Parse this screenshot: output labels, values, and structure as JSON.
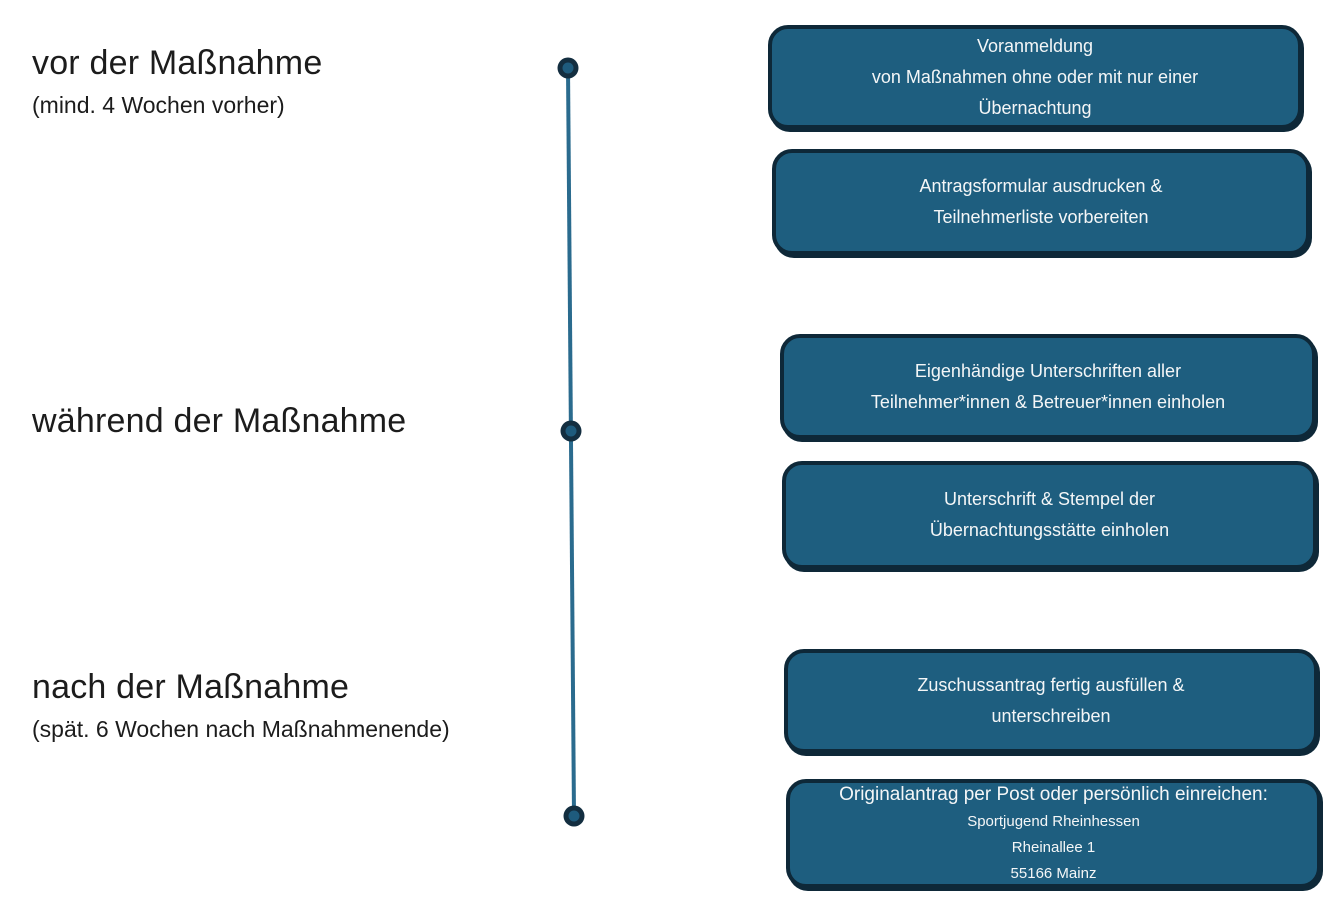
{
  "colors": {
    "background": "#ffffff",
    "label_text": "#1c1c1c",
    "box_fill": "#1e5e7f",
    "box_border": "#0e2838",
    "box_text": "#f4f6f7",
    "line": "#2a6b8e",
    "dot_ring": "#132e40",
    "dot_center": "#1e5b7d"
  },
  "phases": [
    {
      "title": "vor der Maßnahme",
      "subtitle": "(mind. 4 Wochen vorher)"
    },
    {
      "title": "während der Maßnahme",
      "subtitle": ""
    },
    {
      "title": "nach der Maßnahme",
      "subtitle": "(spät. 6 Wochen nach Maßnahmenende)"
    }
  ],
  "steps": [
    {
      "lines": [
        "Voranmeldung",
        "von Maßnahmen ohne oder mit nur einer",
        "Übernachtung"
      ]
    },
    {
      "lines": [
        "Antragsformular ausdrucken &",
        "Teilnehmerliste vorbereiten"
      ]
    },
    {
      "lines": [
        "Eigenhändige Unterschriften aller",
        "Teilnehmer*innen & Betreuer*innen einholen"
      ]
    },
    {
      "lines": [
        "Unterschrift & Stempel der",
        "Übernachtungsstätte einholen"
      ]
    },
    {
      "lines": [
        "Zuschussantrag fertig ausfüllen &",
        "unterschreiben"
      ]
    },
    {
      "lines": [
        "Originalantrag per Post oder persönlich einreichen:",
        "Sportjugend Rheinhessen",
        "Rheinallee 1",
        "55166 Mainz"
      ]
    }
  ]
}
